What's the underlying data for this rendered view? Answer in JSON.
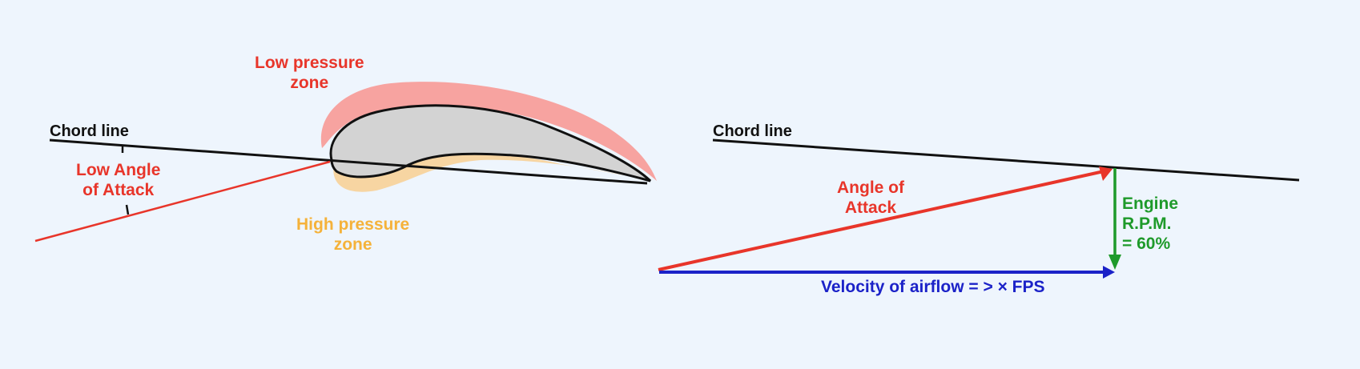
{
  "left_diagram": {
    "chord_label": "Chord line",
    "angle_label_line1": "Low Angle",
    "angle_label_line2": "of Attack",
    "low_pressure_line1": "Low pressure",
    "low_pressure_line2": "zone",
    "high_pressure_line1": "High pressure",
    "high_pressure_line2": "zone"
  },
  "right_diagram": {
    "chord_label": "Chord line",
    "angle_label_line1": "Angle of",
    "angle_label_line2": "Attack",
    "velocity_label": "Velocity of airflow = > × FPS",
    "rpm_line1": "Engine",
    "rpm_line2": "R.P.M.",
    "rpm_line3": "= 60%"
  },
  "colors": {
    "background": "#eef5fd",
    "angle_red": "#e8352a",
    "low_pressure_pink": "#f7a3a0",
    "high_pressure_orange": "#f5b23a",
    "airfoil_gray": "#d3d3d3",
    "velocity_blue": "#1b22c8",
    "rpm_green": "#1e9a2a"
  }
}
